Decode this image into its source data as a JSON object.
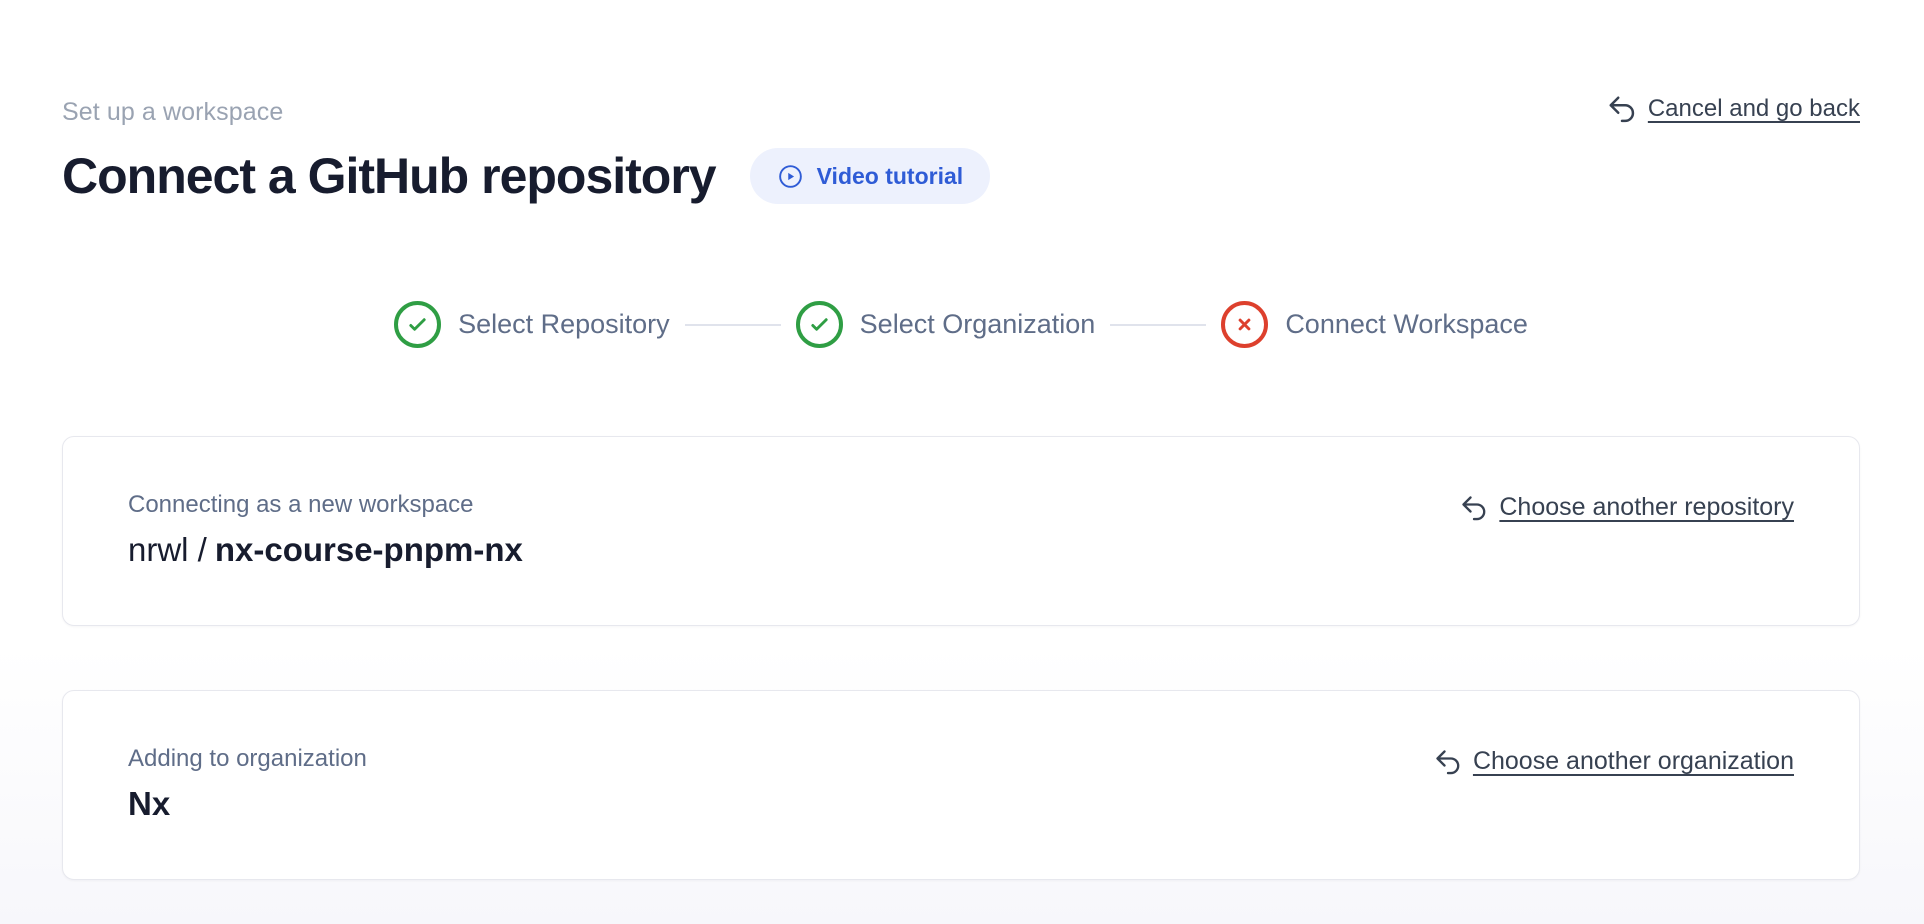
{
  "colors": {
    "ink": "#171c2e",
    "muted": "#9aa3b2",
    "slate": "#5f6d88",
    "link": "#374151",
    "green": "#2f9e44",
    "red": "#dd402d",
    "blue": "#2f5cd6",
    "blue-bg": "#edf1fd",
    "card-border": "#e7e8ee",
    "connector": "#e0e3ec"
  },
  "header": {
    "eyebrow": "Set up a workspace",
    "title": "Connect a GitHub repository",
    "video_button": {
      "label": "Video tutorial",
      "icon": "play-circle-icon"
    },
    "cancel_link": {
      "label": "Cancel and go back",
      "icon": "undo-arrow-icon"
    }
  },
  "stepper": {
    "steps": [
      {
        "label": "Select Repository",
        "status": "complete",
        "icon": "check-icon"
      },
      {
        "label": "Select Organization",
        "status": "complete",
        "icon": "check-icon"
      },
      {
        "label": "Connect Workspace",
        "status": "failed",
        "icon": "x-icon"
      }
    ]
  },
  "repository_card": {
    "label": "Connecting as a new workspace",
    "repo_owner": "nrwl /",
    "repo_name": "nx-course-pnpm-nx",
    "action": {
      "label": "Choose another repository",
      "icon": "undo-arrow-icon"
    }
  },
  "organization_card": {
    "label": "Adding to organization",
    "org_name": "Nx",
    "action": {
      "label": "Choose another organization",
      "icon": "undo-arrow-icon"
    }
  }
}
